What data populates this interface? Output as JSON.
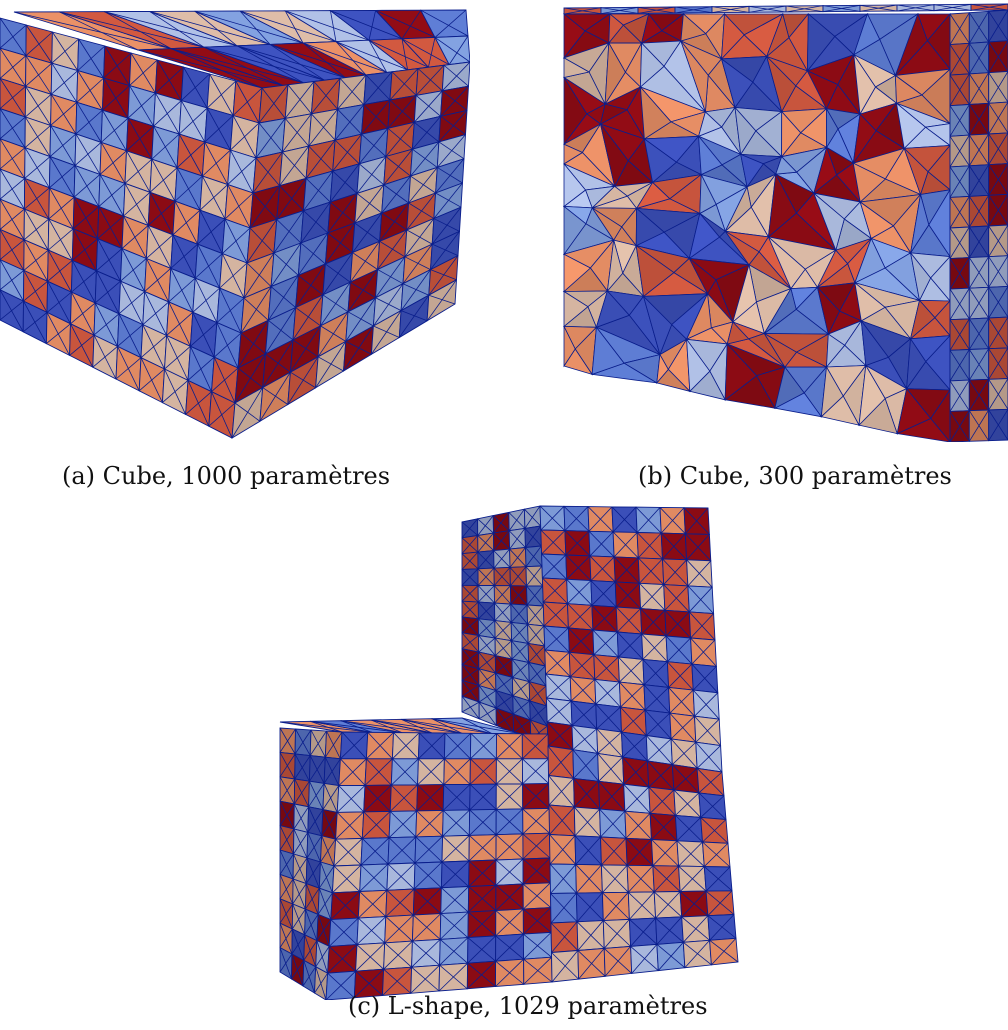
{
  "figure": {
    "subfigures": [
      {
        "label": "(a)",
        "caption": "(a) Cube, 1000 paramètres",
        "mesh": "structured cube mesh",
        "grid": 10
      },
      {
        "label": "(b)",
        "caption": "(b) Cube, 300 paramètres",
        "mesh": "unstructured tetrahedral cube mesh"
      },
      {
        "label": "(c)",
        "caption": "(c) L-shape, 1029 paramètres",
        "mesh": "structured L-shaped mesh"
      }
    ]
  },
  "palette": {
    "edge": "#0a1e8c",
    "colors": [
      "#3b4fb8",
      "#5a78cc",
      "#7d9ad6",
      "#a9b8dc",
      "#d4b4a0",
      "#e08a62",
      "#c8553d",
      "#8b0b14"
    ]
  }
}
